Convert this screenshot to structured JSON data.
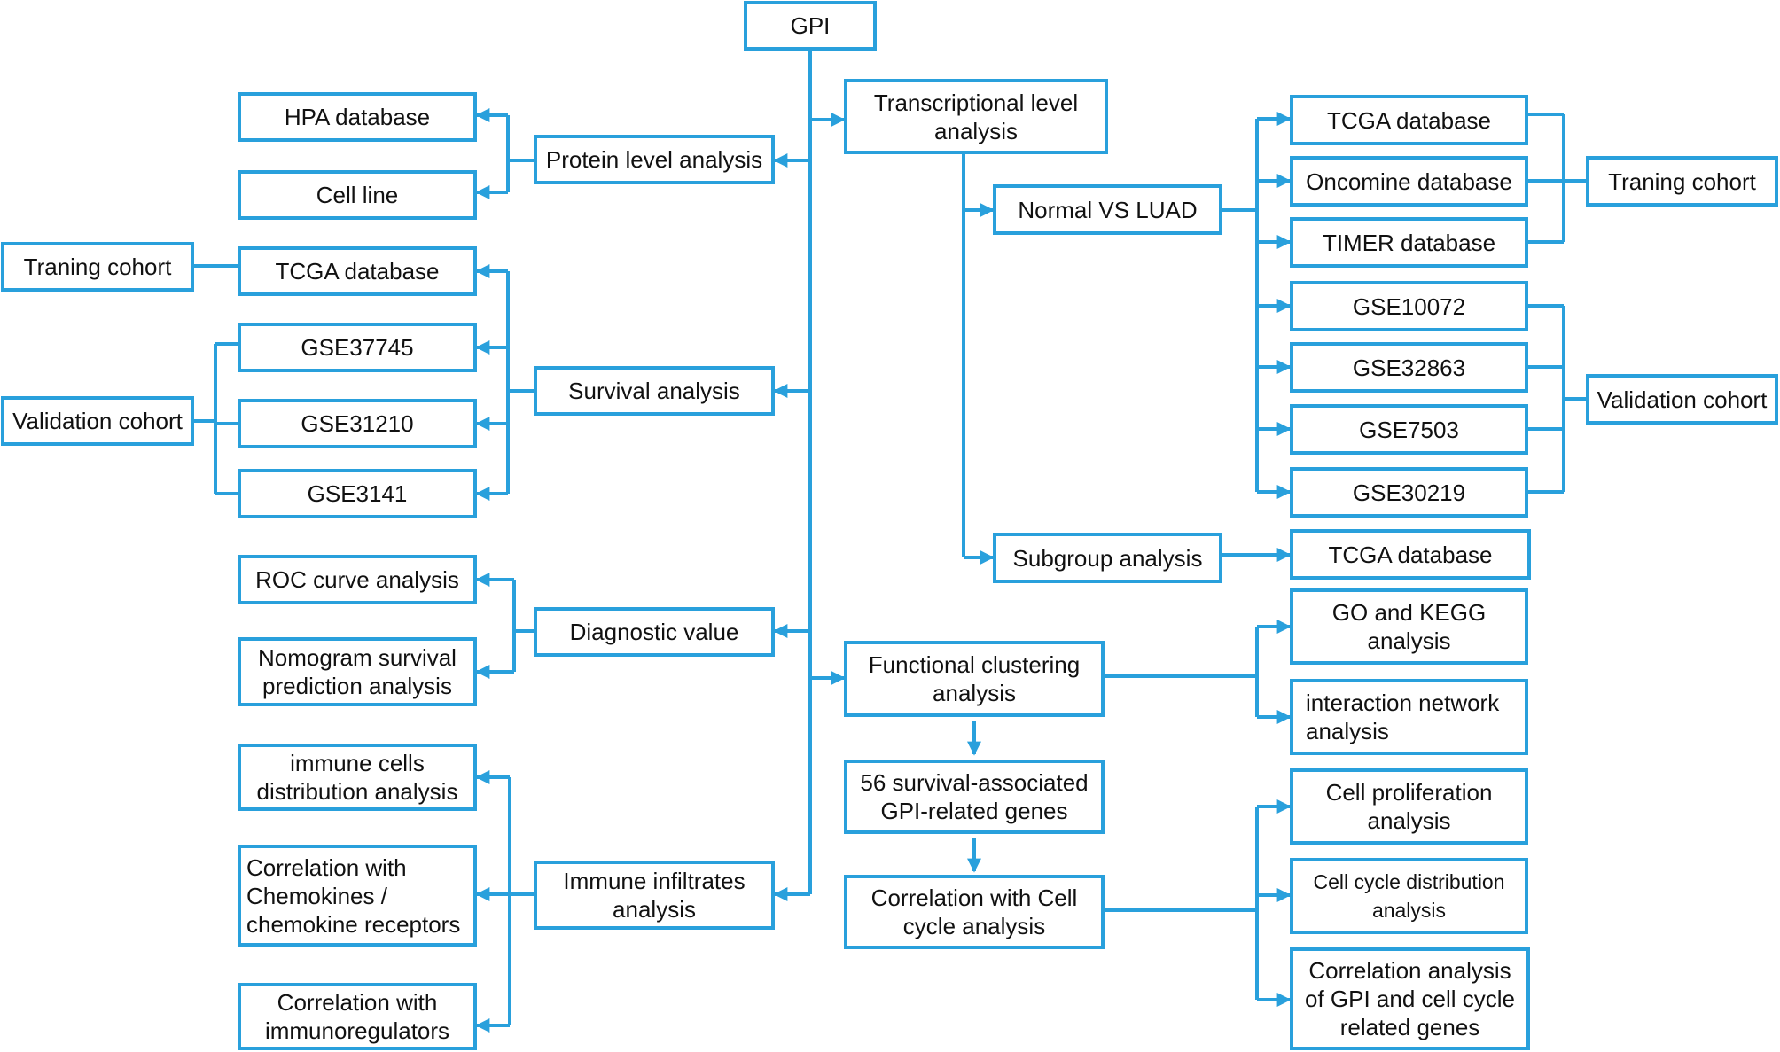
{
  "diagram": {
    "root": "GPI",
    "protein": {
      "label": "Protein level analysis",
      "children": [
        "HPA database",
        "Cell  line"
      ]
    },
    "survival": {
      "label": "Survival analysis",
      "children": [
        "TCGA database",
        "GSE37745",
        "GSE31210",
        "GSE3141"
      ],
      "training_cohort": "Traning cohort",
      "validation_cohort": "Validation cohort"
    },
    "diagnostic": {
      "label": "Diagnostic value",
      "children": [
        "ROC curve analysis",
        "Nomogram survival\nprediction analysis"
      ]
    },
    "immune": {
      "label": "Immune infiltrates\nanalysis",
      "children": [
        "immune cells\ndistribution analysis",
        "Correlation with\nChemokines /\nchemokine receptors",
        "Correlation with\nimmunoregulators"
      ]
    },
    "transcriptional": {
      "label": "Transcriptional level\nanalysis",
      "normal_vs_luad": {
        "label": "Normal VS LUAD",
        "training_sets": [
          "TCGA database",
          "Oncomine database",
          "TIMER database"
        ],
        "validation_sets": [
          "GSE10072",
          "GSE32863",
          "GSE7503",
          "GSE30219"
        ],
        "training_cohort": "Traning cohort",
        "validation_cohort": "Validation cohort"
      },
      "subgroup": {
        "label": "Subgroup analysis",
        "child": "TCGA database"
      }
    },
    "functional": {
      "label": "Functional clustering\nanalysis",
      "children": [
        "GO and KEGG\nanalysis",
        "interaction network\nanalysis"
      ]
    },
    "survival_genes": "56  survival-associated\nGPI-related genes",
    "cell_cycle": {
      "label": "Correlation with Cell\ncycle analysis",
      "children": [
        "Cell proliferation\nanalysis",
        "Cell cycle distribution\nanalysis",
        "Correlation analysis\nof GPI and cell cycle\nrelated genes"
      ]
    }
  },
  "colors": {
    "line": "#29a0dc",
    "text": "#111111"
  }
}
